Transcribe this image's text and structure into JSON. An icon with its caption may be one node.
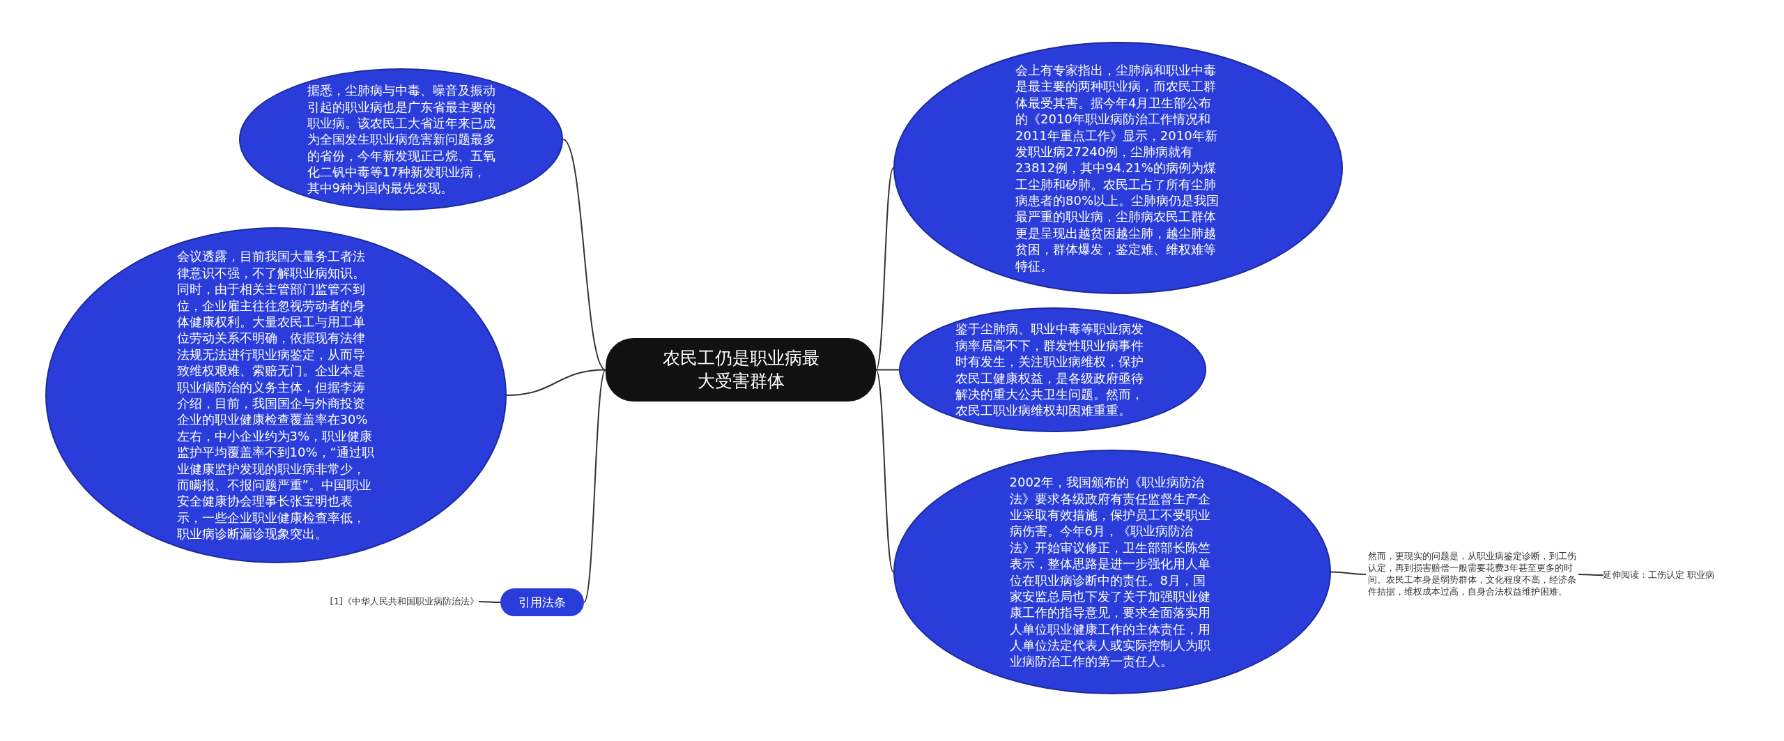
{
  "diagram": {
    "nodes": [
      {
        "text": [
          "农民工仍是职业病最大受害群体"
        ]
      },
      {
        "text": [
          "据悉，尘肺病与中毒、噪音及振动引起的职业病也是广东省最主要的职业病。该农民工大省近年来已成为全国发生职业病危害新问题最多的省份，今年新发现正己烷、五氧化二钒中毒等17种新发职业病，其中9种为国内最先发现。"
        ]
      },
      {
        "text": [
          "会议透露，目前我国大量务工者法律意识不强，不了解职业病知识。同时，由于相关主管部门监管不到位，企业雇主往往忽视劳动者的身体健康权利。大量农民工与用工单位劳动关系不明确，依据现有法律法规无法进行职业病鉴定，从而导致维权艰难、索赔无门。企业本是职业病防治的义务主体，但据李涛介绍，目前，我国国企与外商投资企业的职业健康检查覆盖率在30%左右，中小企业约为3%，职业健康监护平均覆盖率不到10%，“通过职业健康监护发现的职业病非常少，而瞒报、不报问题严重”。中国职业安全健康协会理事长张宝明也表示，一些企业职业健康检查率低，职业病诊断漏诊现象突出。"
        ]
      },
      {
        "text": [
          "引用法条"
        ]
      },
      {
        "text": [
          "[1]《中华人民共和国职业病防治法》"
        ]
      },
      {
        "text": [
          "会上有专家指出，尘肺病和职业中毒是最主要的两种职业病，而农民工群体最受其害。据今年4月卫生部公布的《2010年职业病防治工作情况和2011年重点工作》显示，2010年新发职业病27240例，尘肺病就有23812例，其中94.21%的病例为煤工尘肺和矽肺。农民工占了所有尘肺病患者的80%以上。尘肺病仍是我国最严重的职业病，尘肺病农民工群体更是呈现出越贫困越尘肺，越尘肺越贫困，群体爆发，鉴定难、维权难等特征。"
        ]
      },
      {
        "text": [
          "鉴于尘肺病、职业中毒等职业病发病率居高不下，群发性职业病事件时有发生，关注职业病维权，保护农民工健康权益，是各级政府亟待解决的重大公共卫生问题。然而，农民工职业病维权却困难重重。"
        ]
      },
      {
        "text": [
          "2002年，我国颁布的《职业病防治法》要求各级政府有责任监督生产企业采取有效措施，保护员工不受职业病伤害。今年6月，《职业病防治法》开始审议修正，卫生部部长陈竺表示，整体思路是进一步强化用人单位在职业病诊断中的责任。8月，国家安监总局也下发了关于加强职业健康工作的指导意见，要求全面落实用人单位职业健康工作的主体责任，用人单位法定代表人或实际控制人为职业病防治工作的第一责任人。"
        ]
      },
      {
        "text": [
          "然而，更现实的问题是，从职业病鉴定诊断，到工伤认定，再到损害赔偿一般需要花费3年甚至更多的时间。农民工本身是弱势群体，文化程度不高，经济条件拮据，维权成本过高，自身合法权益维护困难。"
        ]
      },
      {
        "text": [
          "延伸阅读：工伤认定 职业病"
        ]
      }
    ],
    "edges": [
      {
        "from": 0,
        "to": 1,
        "arrow": "none"
      },
      {
        "from": 0,
        "to": 2,
        "arrow": "none"
      },
      {
        "from": 0,
        "to": 3,
        "arrow": "none"
      },
      {
        "from": 3,
        "to": 4,
        "arrow": "none"
      },
      {
        "from": 0,
        "to": 5,
        "arrow": "none"
      },
      {
        "from": 0,
        "to": 6,
        "arrow": "none"
      },
      {
        "from": 0,
        "to": 7,
        "arrow": "none"
      },
      {
        "from": 7,
        "to": 8,
        "arrow": "none"
      },
      {
        "from": 8,
        "to": 9,
        "arrow": "none"
      }
    ]
  }
}
